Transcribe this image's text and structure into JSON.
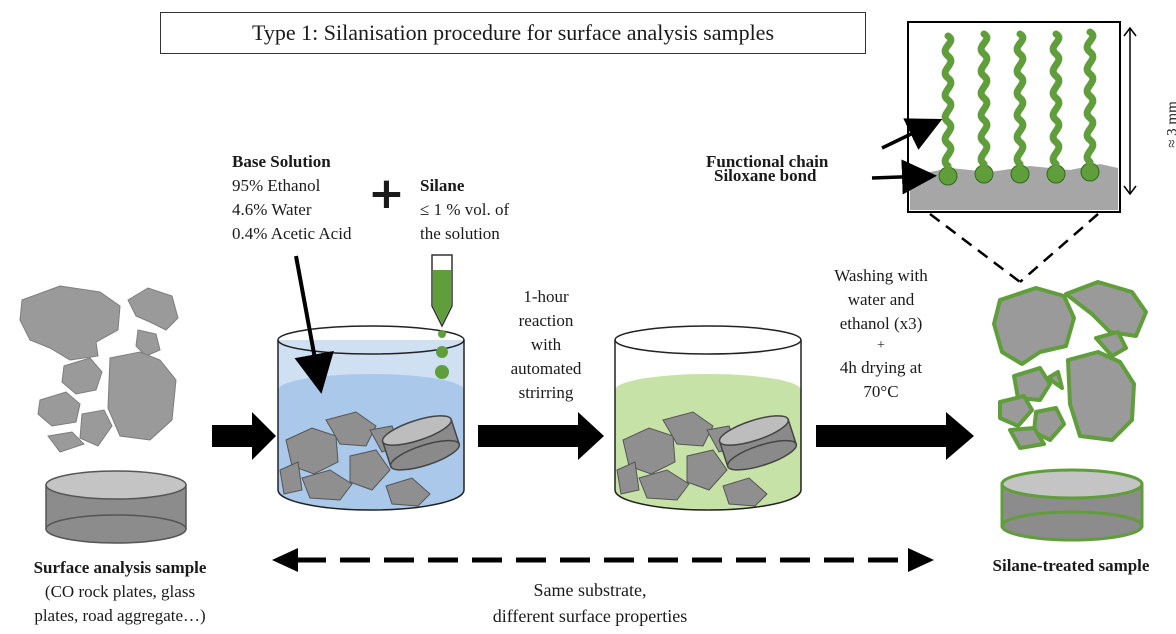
{
  "title": "Type 1: Silanisation procedure for surface analysis samples",
  "base_solution": {
    "heading": "Base Solution",
    "lines": [
      "95% Ethanol",
      "4.6% Water",
      "0.4% Acetic Acid"
    ]
  },
  "plus_sign": "+",
  "silane": {
    "heading": "Silane",
    "lines": [
      "≤ 1 % vol. of",
      "the solution"
    ]
  },
  "reaction_step": [
    "1-hour",
    "reaction",
    "with",
    "automated",
    "strirring"
  ],
  "washing_step": [
    "Washing with",
    "water and",
    "ethanol (x3)",
    "+",
    "4h drying at",
    "70°C"
  ],
  "zoom": {
    "functional_chain_label": "Functional chain",
    "siloxane_bond_label": "Siloxane bond",
    "scale_label": "≈ 3 mm"
  },
  "surface_sample": {
    "heading": "Surface analysis sample",
    "lines": [
      "(CO rock plates, glass",
      "plates, road aggregate…)"
    ]
  },
  "treated_sample": {
    "heading": "Silane-treated sample"
  },
  "comparison": [
    "Same substrate,",
    "different surface properties"
  ],
  "colors": {
    "rock_fill": "#9a9a9a",
    "silane_green": "#5f9e3a",
    "solution_blue": "#a9c8ea",
    "solution_green": "#c6e2a6",
    "arrow": "#000000"
  },
  "icons": [
    "rock-fragments",
    "sample-disc",
    "beaker-blue",
    "beaker-green",
    "pipette-icon",
    "silane-chain-icon"
  ]
}
